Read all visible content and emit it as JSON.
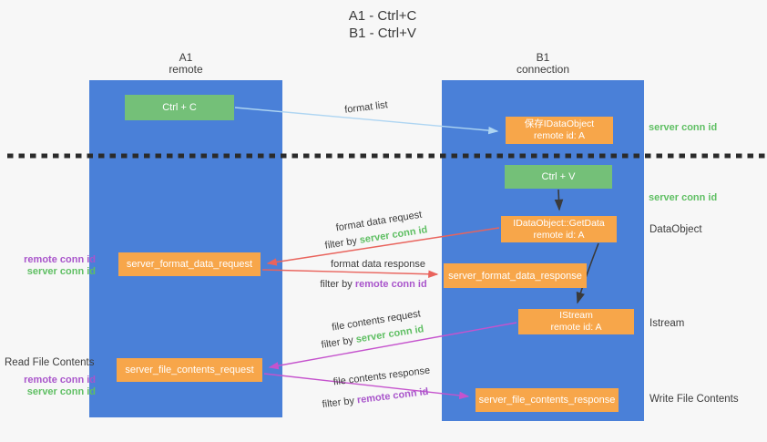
{
  "title": {
    "line1": "A1 - Ctrl+C",
    "line2": "B1 - Ctrl+V"
  },
  "columns": {
    "left": {
      "name": "A1",
      "subtitle": "remote"
    },
    "right": {
      "name": "B1",
      "subtitle": "connection"
    }
  },
  "boxes": {
    "ctrl_c": {
      "label": "Ctrl + C"
    },
    "save_dataobject": {
      "line1": "保存IDataObject",
      "line2": "remote id: A"
    },
    "ctrl_v": {
      "label": "Ctrl + V"
    },
    "getdata": {
      "line1": "IDataObject::GetData",
      "line2": "remote id: A"
    },
    "format_request": {
      "label": "server_format_data_request"
    },
    "format_response": {
      "label": "server_format_data_response"
    },
    "istream": {
      "line1": "IStream",
      "line2": "remote id: A"
    },
    "file_request": {
      "label": "server_file_contents_request"
    },
    "file_response": {
      "label": "server_file_contents_response"
    }
  },
  "flow_labels": {
    "format_list": "format list",
    "format_data_request": "format data request",
    "format_data_response": "format data response",
    "file_contents_request": "file contents request",
    "file_contents_response": "file contents response",
    "filter_by": "filter by",
    "server_conn_id": "server conn id",
    "remote_conn_id": "remote conn id"
  },
  "side_labels": {
    "server_conn_id": "server conn id",
    "remote_conn_id": "remote conn id",
    "dataobject": "DataObject",
    "istream": "Istream",
    "read_file_contents": "Read File Contents",
    "write_file_contents": "Write File Contents"
  },
  "colors": {
    "column_blue": "#4a80d8",
    "box_green": "#74c078",
    "box_orange": "#f7a64a",
    "text_green": "#5fbf63",
    "text_purple": "#a955cb",
    "arrow_lightblue": "#aed5f2",
    "arrow_red": "#e9635c",
    "arrow_magenta": "#c553cd",
    "arrow_black": "#3a3a3a"
  }
}
